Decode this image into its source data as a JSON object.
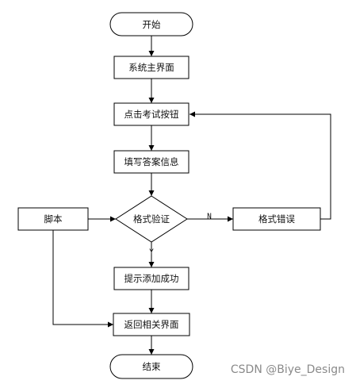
{
  "flowchart": {
    "nodes": {
      "start": "开始",
      "main_ui": "系统主界面",
      "click_exam": "点击考试按钮",
      "fill_answer": "填写答案信息",
      "format_check": "格式验证",
      "format_error": "格式错误",
      "script": "脚本",
      "add_success": "提示添加成功",
      "return_page": "返回相关界面",
      "end": "结束"
    },
    "edge_labels": {
      "no": "N",
      "yes": "Y"
    }
  },
  "watermark": "CSDN @Biye_Design"
}
